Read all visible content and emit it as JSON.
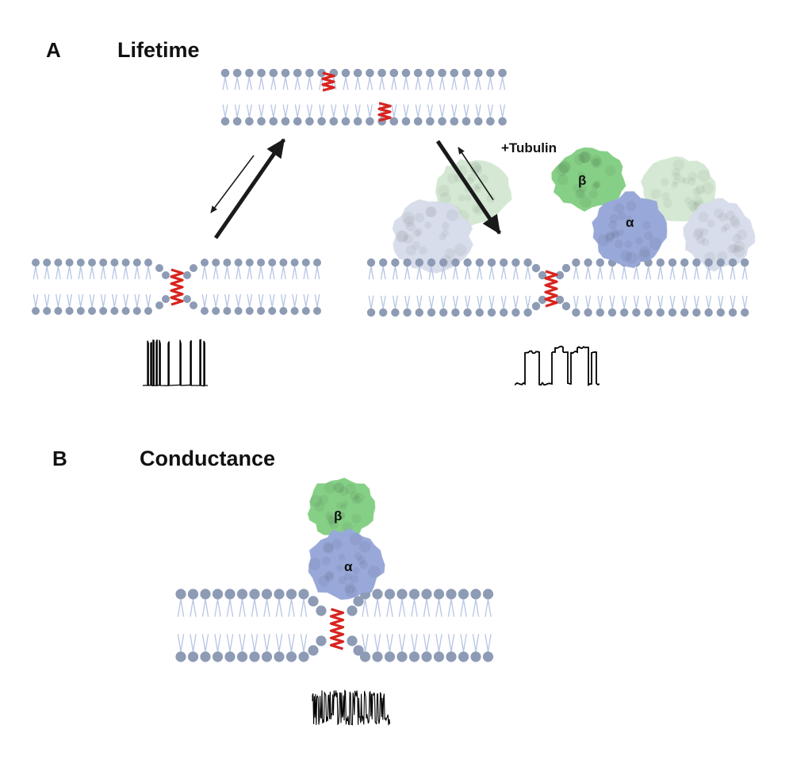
{
  "panels": {
    "a": {
      "letter": "A",
      "title": "Lifetime",
      "tubulin_label": "+Tubulin",
      "beta": "β",
      "alpha": "α"
    },
    "b": {
      "letter": "B",
      "title": "Conductance",
      "beta": "β",
      "alpha": "α"
    }
  },
  "colors": {
    "lipid_head": "#8e9bb5",
    "lipid_tail": "#b7c6e4",
    "peptide": "#d8241f",
    "beta_tubulin": "#86cf86",
    "alpha_tubulin": "#98a8d8",
    "faded_beta": "#cfe6cf",
    "faded_alpha": "#d6dbea",
    "arrow": "#1a1a1a"
  }
}
